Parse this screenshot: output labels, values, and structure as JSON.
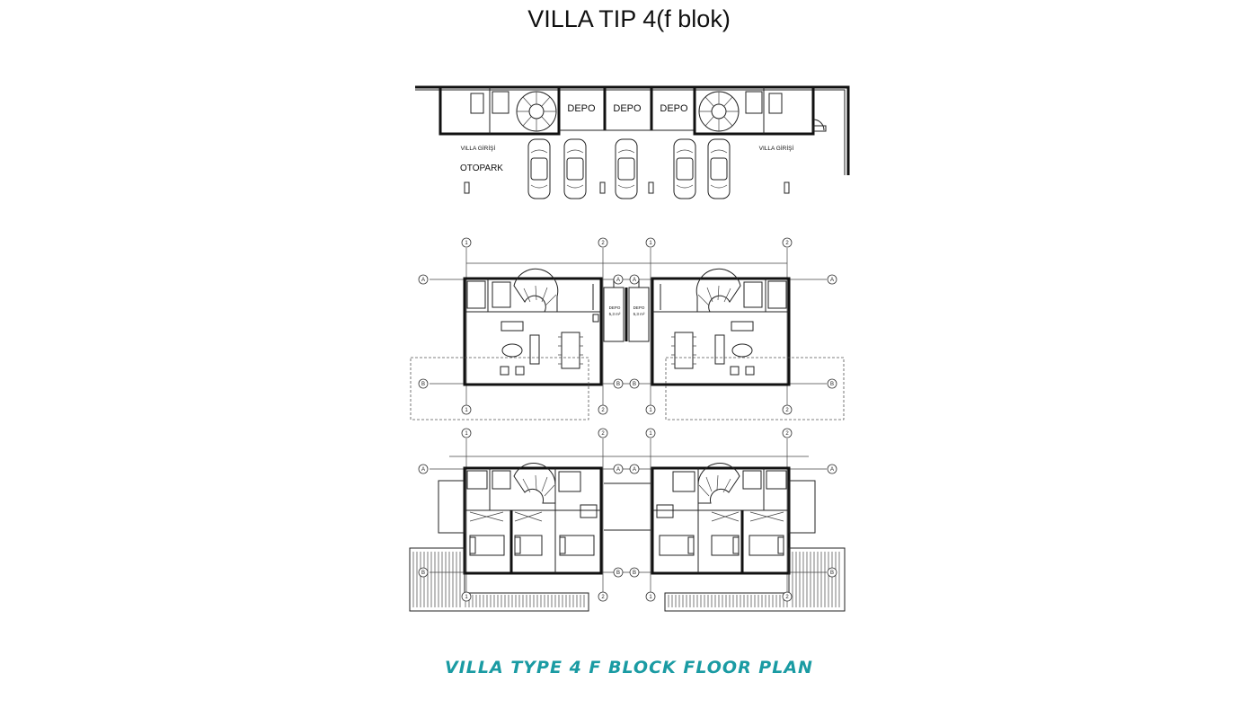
{
  "header": {
    "title": "VILLA TIP 4(f blok)"
  },
  "footer": {
    "caption": "VILLA TYPE 4 F BLOCK FLOOR PLAN"
  },
  "site_plan": {
    "storage_labels": [
      "DEPO",
      "DEPO",
      "DEPO"
    ],
    "villa_entrance_labels": [
      "VILLA GİRİŞİ",
      "VILLA GİRİŞİ"
    ],
    "parking_label": "OTOPARK"
  },
  "ground_floor": {
    "grid_labels": [
      "1",
      "2",
      "1",
      "2",
      "A",
      "B"
    ],
    "depo_labels": [
      "DEPO",
      "DEPO"
    ],
    "depo_areas": [
      "5,3 m²",
      "5,3 m²"
    ]
  },
  "first_floor": {
    "grid_labels": [
      "1",
      "2",
      "1",
      "2",
      "A",
      "B"
    ]
  },
  "icons": {
    "car": "car-icon",
    "stair": "spiral-stair-icon",
    "bed": "bed-icon",
    "sofa": "sofa-icon"
  }
}
